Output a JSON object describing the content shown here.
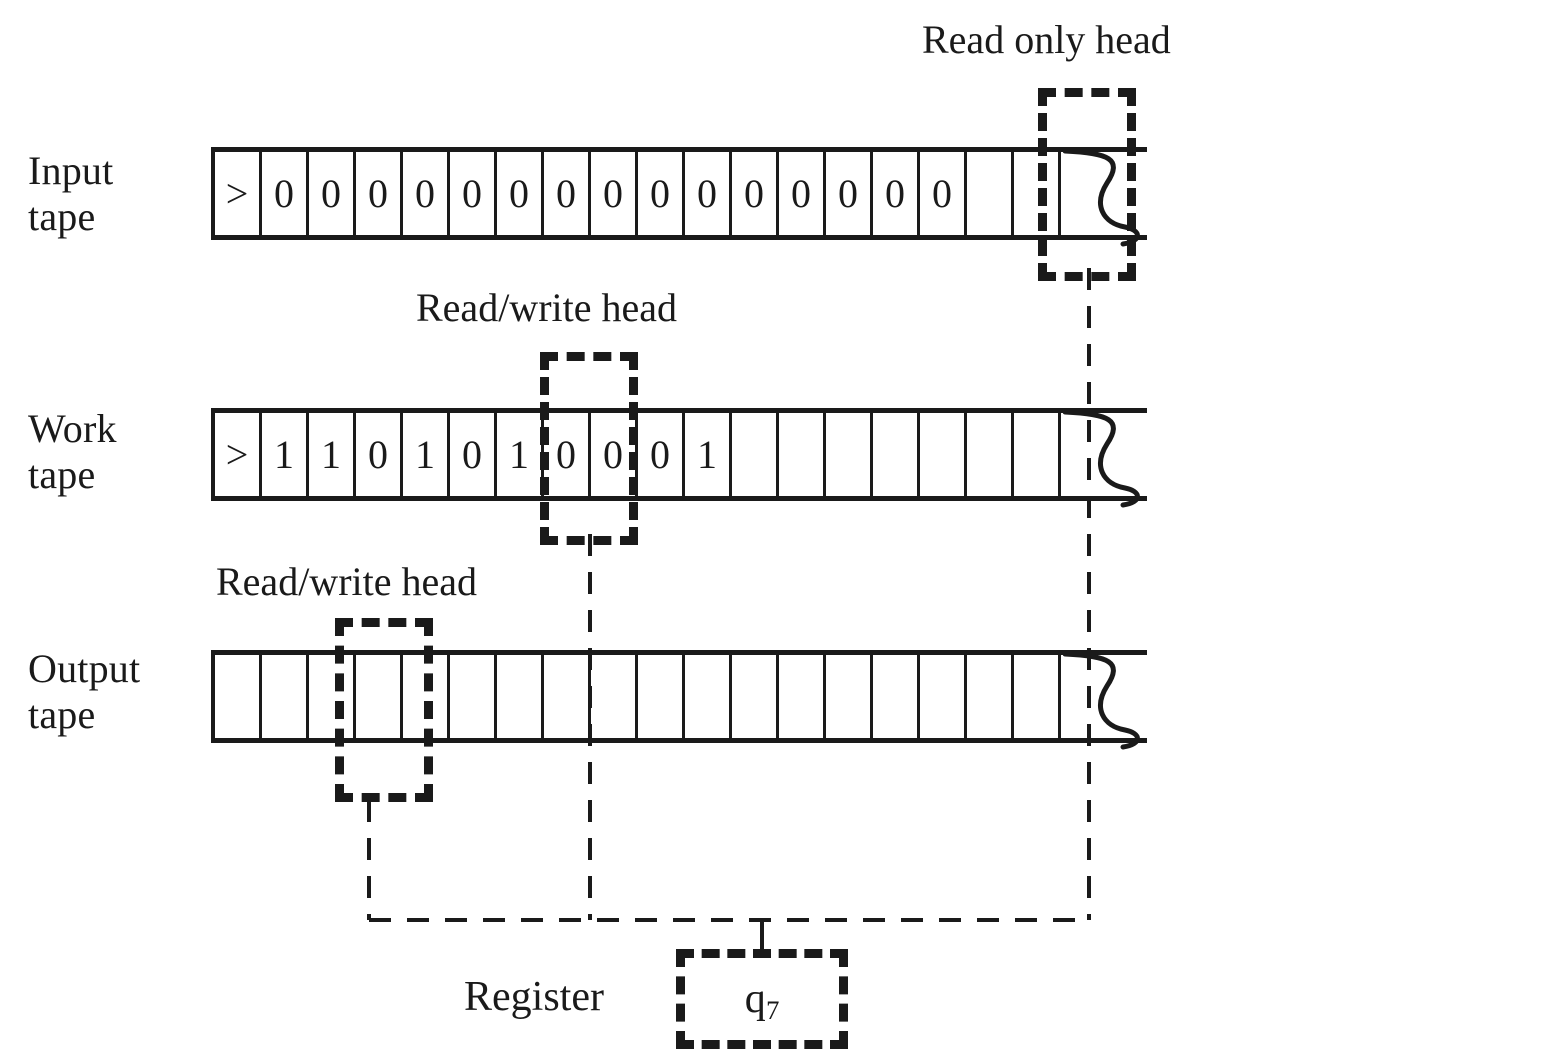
{
  "diagram": {
    "title": "Turing machine with input, work and output tapes",
    "ink_color": "#1a1a1a",
    "background": "#ffffff"
  },
  "rows": [
    {
      "id": "input",
      "label": "Input\ntape",
      "head_caption": "Read only head",
      "head_kind": "read-only",
      "head_cell_index": 12,
      "cells": [
        ">",
        "0",
        "0",
        "0",
        "0",
        "0",
        "0",
        "0",
        "0",
        "0",
        "0",
        "0",
        "0",
        "0",
        "0",
        "0",
        "",
        "",
        ""
      ],
      "tail": "torn-edge"
    },
    {
      "id": "work",
      "label": "Work\ntape",
      "head_caption": "Read/write head",
      "head_kind": "read-write",
      "head_cell_index": 5,
      "cells": [
        ">",
        "1",
        "1",
        "0",
        "1",
        "0",
        "1",
        "0",
        "0",
        "0",
        "1",
        "",
        "",
        "",
        "",
        "",
        "",
        "",
        ""
      ],
      "tail": "torn-edge"
    },
    {
      "id": "output",
      "label": "Output\ntape",
      "head_caption": "Read/write head",
      "head_kind": "read-write",
      "head_cell_index": 2,
      "cells": [
        "",
        "",
        "",
        "",
        "",
        "",
        "",
        "",
        "",
        "",
        "",
        "",
        "",
        "",
        "",
        "",
        "",
        "",
        ""
      ],
      "tail": "torn-edge"
    }
  ],
  "register": {
    "label": "Register",
    "state_symbol": "q",
    "state_subscript": "7",
    "value": "q7"
  }
}
